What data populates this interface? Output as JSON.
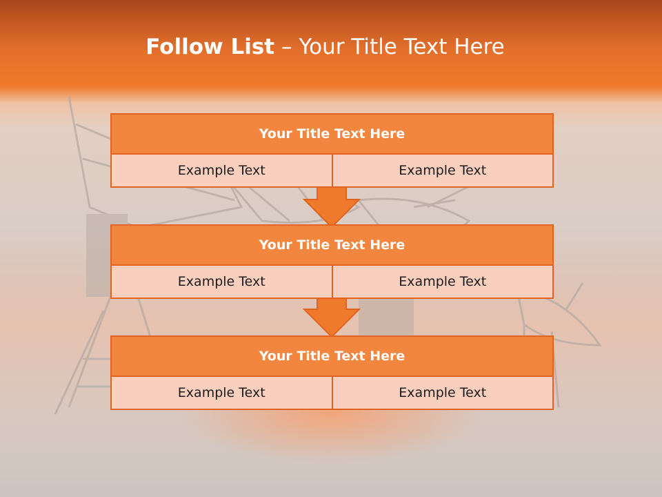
{
  "slide": {
    "title_bold": "Follow List",
    "title_rest": " – Your Title Text Here"
  },
  "blocks": [
    {
      "title": "Your Title Text Here",
      "cells": [
        "Example Text",
        "Example Text"
      ]
    },
    {
      "title": "Your Title Text Here",
      "cells": [
        "Example Text",
        "Example Text"
      ]
    },
    {
      "title": "Your Title Text Here",
      "cells": [
        "Example Text",
        "Example Text"
      ]
    }
  ],
  "colors": {
    "accent": "#f07a2b",
    "header_fill": "#f3863f",
    "border": "#e0641f",
    "cell_fill": "#fbcfbd",
    "arrow_fill": "#f07a2b"
  }
}
